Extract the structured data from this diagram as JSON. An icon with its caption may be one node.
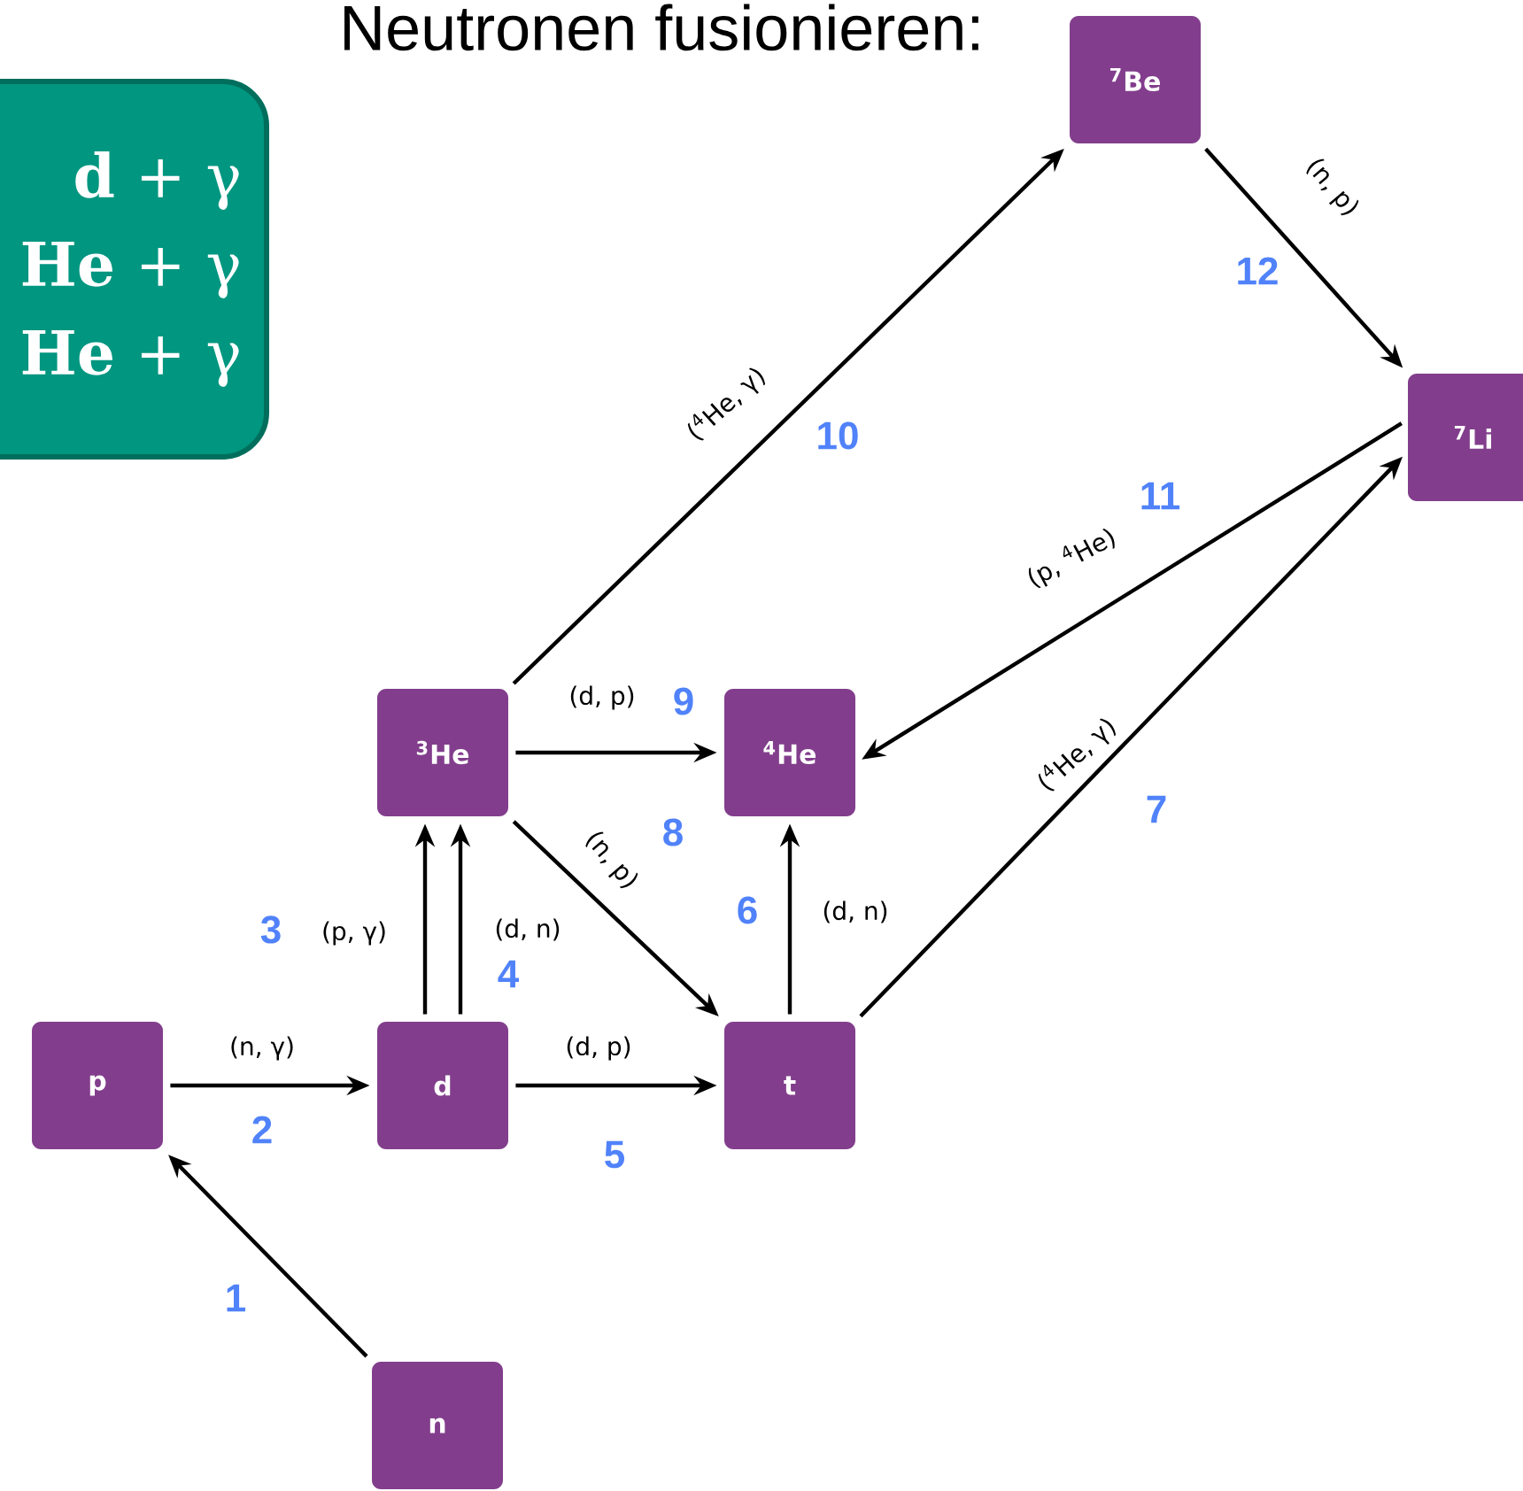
{
  "diagram": {
    "title": "Neutronen fusionieren:",
    "nodes": [
      {
        "text": [
          "**d** + γ",
          "**He** + γ",
          "**He** + γ"
        ]
      },
      {
        "text": [
          "$^{7}$Be"
        ]
      },
      {
        "text": [
          "$^{7}$Li"
        ]
      },
      {
        "text": [
          "$^{3}$He"
        ]
      },
      {
        "text": [
          "$^{4}$He"
        ]
      },
      {
        "text": [
          "p"
        ]
      },
      {
        "text": [
          "d"
        ]
      },
      {
        "text": [
          "t"
        ]
      },
      {
        "text": [
          "n"
        ]
      }
    ],
    "edges": [
      {
        "from": 8,
        "to": 5,
        "arrow": "to"
      },
      {
        "from": 5,
        "to": 6,
        "arrow": "to",
        "label": "(n, γ)"
      },
      {
        "from": 6,
        "to": 3,
        "arrow": "to",
        "label": "(p, γ)"
      },
      {
        "from": 6,
        "to": 3,
        "arrow": "to",
        "label": "(d, n)"
      },
      {
        "from": 6,
        "to": 7,
        "arrow": "to",
        "label": "(d, p)"
      },
      {
        "from": 7,
        "to": 4,
        "arrow": "to",
        "label": "(d, n)"
      },
      {
        "from": 7,
        "to": 2,
        "arrow": "to",
        "label": "($^{4}$He, γ)"
      },
      {
        "from": 3,
        "to": 7,
        "arrow": "to",
        "label": "(n, p)"
      },
      {
        "from": 3,
        "to": 4,
        "arrow": "to",
        "label": "(d, p)"
      },
      {
        "from": 3,
        "to": 1,
        "arrow": "to",
        "label": "($^{4}$He, γ)"
      },
      {
        "from": 2,
        "to": 4,
        "arrow": "to",
        "label": "(p, $^{4}$He)"
      },
      {
        "from": 1,
        "to": 2,
        "arrow": "to",
        "label": "(n, p)"
      }
    ],
    "labels": [
      "12",
      "10",
      "11",
      "9",
      "8",
      "7",
      "3",
      "6",
      "4",
      "2",
      "5",
      "1"
    ]
  }
}
